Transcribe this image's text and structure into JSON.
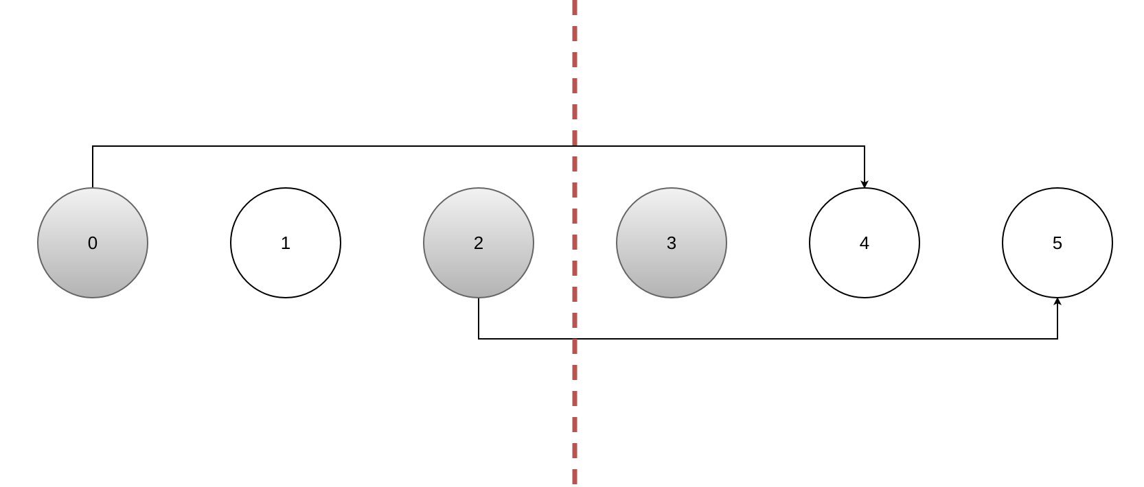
{
  "diagram": {
    "nodes": [
      {
        "label": "0",
        "highlighted": true
      },
      {
        "label": "1",
        "highlighted": false
      },
      {
        "label": "2",
        "highlighted": true
      },
      {
        "label": "3",
        "highlighted": true
      },
      {
        "label": "4",
        "highlighted": false
      },
      {
        "label": "5",
        "highlighted": false
      }
    ],
    "edges": [
      {
        "from": "0",
        "to": "4",
        "route": "above"
      },
      {
        "from": "2",
        "to": "5",
        "route": "below"
      }
    ],
    "divider": {
      "color": "#b85450",
      "style": "dashed"
    },
    "colors": {
      "stroke": "#000000",
      "highlight_stroke": "#666666",
      "highlight_top": "#f2f2f2",
      "highlight_bottom": "#b3b3b3",
      "plain_fill": "#ffffff"
    }
  }
}
